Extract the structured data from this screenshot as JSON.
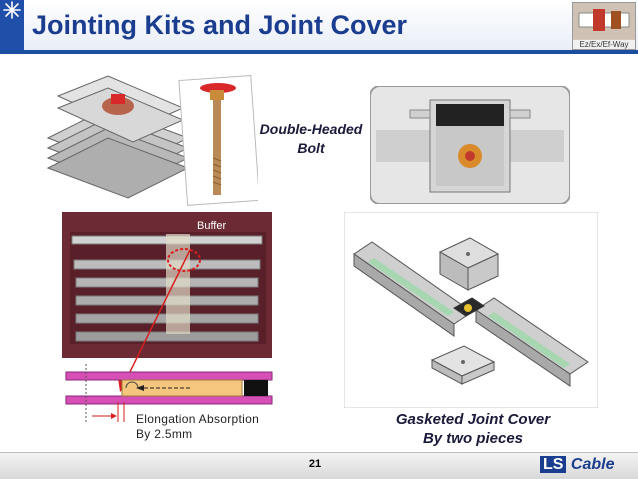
{
  "header": {
    "title": "Jointing Kits and Joint Cover",
    "thumbnail_caption": "Ez/Ex/Ef-Way"
  },
  "labels": {
    "double_headed_bolt_line1": "Double-Headed",
    "double_headed_bolt_line2": "Bolt",
    "buffer": "Buffer",
    "elongation_line1": "Elongation Absorption",
    "elongation_line2": "By 2.5mm",
    "gasketed_line1": "Gasketed Joint Cover",
    "gasketed_line2": "By two pieces"
  },
  "footer": {
    "page_number": "21",
    "logo_ls": "LS",
    "logo_cable": "Cable"
  },
  "colors": {
    "title_blue": "#1a3d8f",
    "header_line": "#1c4fa0",
    "bar_pink": "#d54fb5",
    "bar_fill": "#f5c77e",
    "arrow_red": "#d81e1e"
  }
}
